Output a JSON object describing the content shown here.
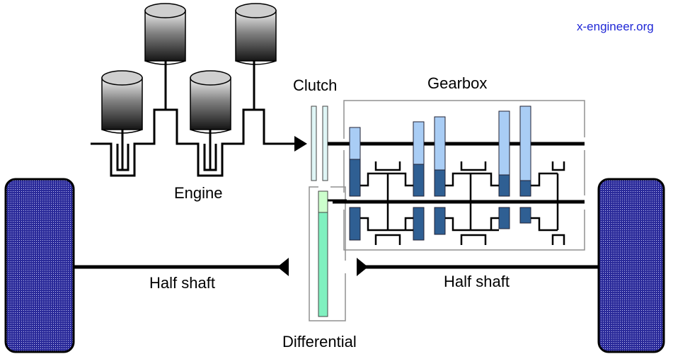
{
  "credit": "x-engineer.org",
  "labels": {
    "engine": "Engine",
    "clutch": "Clutch",
    "gearbox": "Gearbox",
    "half_shaft_left": "Half shaft",
    "half_shaft_right": "Half shaft",
    "differential": "Differential"
  },
  "colors": {
    "gear_light": "#a9cdf5",
    "gear_dark": "#2f5f93",
    "clutch_plate": "#dff6f6",
    "differential_light": "#ccffcc",
    "differential_main": "#80f0bf",
    "wheel_fill": "#2c2c9a",
    "credit_text": "#1f27d6"
  }
}
